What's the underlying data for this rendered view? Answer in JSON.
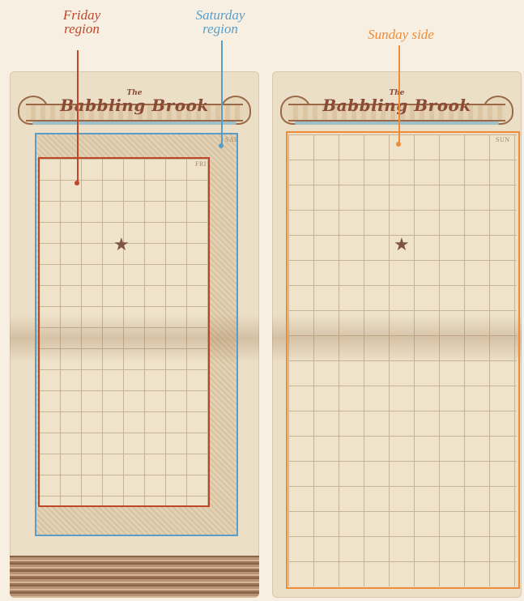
{
  "callouts": {
    "friday": {
      "line1": "Friday",
      "line2": "region",
      "color": "#c0462a"
    },
    "saturday": {
      "line1": "Saturday",
      "line2": "region",
      "color": "#5a9ec8"
    },
    "sunday": {
      "line1": "Sunday side",
      "color": "#ef8c3a"
    }
  },
  "sheets": {
    "left": {
      "logo_the": "The",
      "logo_title": "Babbling Brook",
      "day_labels": {
        "sat": "SAT",
        "fri": "FRI"
      },
      "star": "★"
    },
    "right": {
      "logo_the": "The",
      "logo_title": "Babbling Brook",
      "day_labels": {
        "sun": "SUN"
      },
      "star": "★"
    }
  },
  "colors": {
    "friday": "#c0462a",
    "saturday": "#5a9ec8",
    "sunday": "#ef8c3a",
    "paper": "#ecdfc8",
    "grid_line": "#c7b396"
  }
}
